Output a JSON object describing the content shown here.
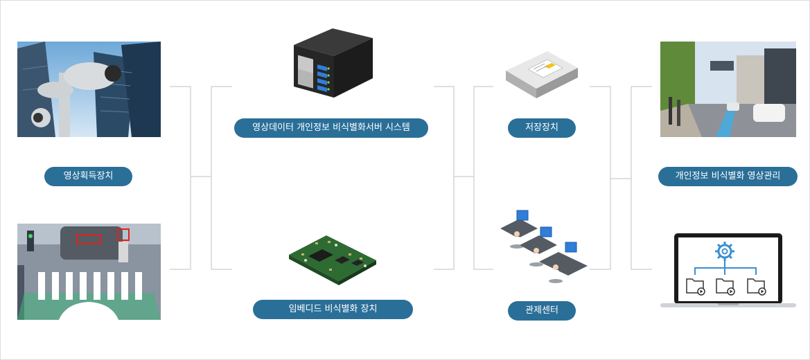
{
  "nodes": {
    "capture_device": "영상획득장치",
    "deid_server": "영상데이터 개인정보 비식별화서버 시스템",
    "embedded_device": "임베디드 비식별화 장치",
    "storage": "저장장치",
    "control_center": "관제센터",
    "managed_video": "개인정보 비식별화 영상관리"
  },
  "colors": {
    "pill": "#2a6f98",
    "connector": "#cccccc",
    "icon_blue": "#3a8fd1"
  },
  "icons": {
    "cctv": "cctv-camera-photo",
    "road": "pedestrian-crosswalk-illustration",
    "server": "server-rack-icon",
    "board": "embedded-board-icon",
    "hdd": "hard-disk-drive-icon",
    "control": "control-center-desks-icon",
    "street": "street-photo",
    "laptop": "laptop-video-folders-icon"
  }
}
